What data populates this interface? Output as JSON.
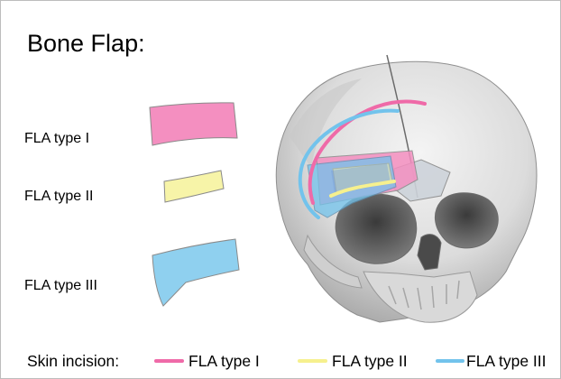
{
  "figure": {
    "title": "Bone Flap:",
    "flaps": [
      {
        "label": "FLA type I",
        "color": "#f48fc0"
      },
      {
        "label": "FLA type II",
        "color": "#f7f4a8"
      },
      {
        "label": "FLA type III",
        "color": "#8fd0ef"
      }
    ],
    "legend": {
      "heading": "Skin incision:",
      "items": [
        {
          "label": "FLA type I",
          "color": "#ef6aa8"
        },
        {
          "label": "FLA type II",
          "color": "#f6f08e"
        },
        {
          "label": "FLA type III",
          "color": "#72c3ec"
        }
      ]
    },
    "colors": {
      "bone": "#e2e2e2",
      "bone_shadow": "#9a9a9a",
      "outline": "#8a8a8a"
    }
  }
}
